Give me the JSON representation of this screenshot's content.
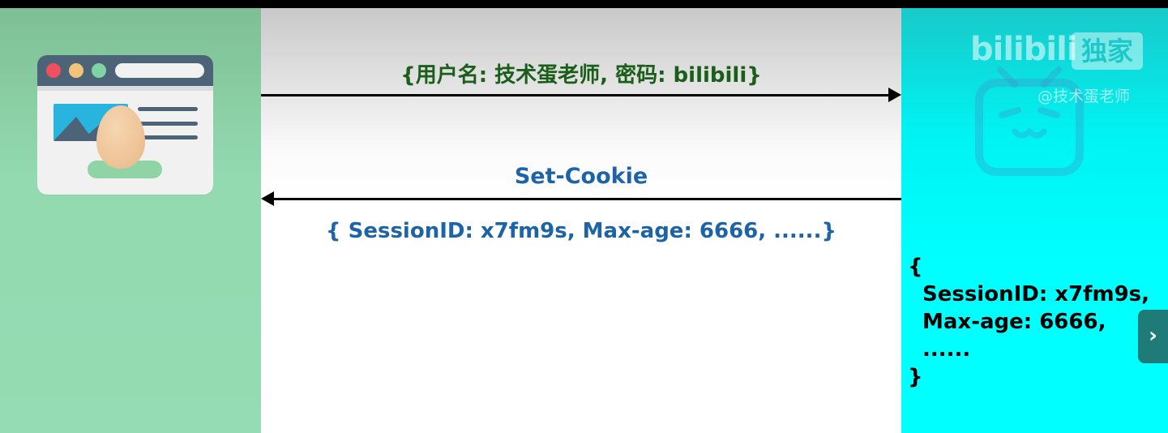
{
  "request": {
    "label": "{用户名: 技术蛋老师, 密码: bilibili}",
    "color": "#1a5e1a"
  },
  "response": {
    "header_name": "Set-Cookie",
    "payload": "{ SessionID: x7fm9s, Max-age: 6666, ......}",
    "color": "#1d63a8"
  },
  "server_session": {
    "open_brace": "{",
    "lines": [
      "SessionID: x7fm9s,",
      "Max-age: 6666,",
      "......"
    ],
    "close_brace": "}"
  },
  "watermark": {
    "brand": "bilibili",
    "badge": "独家",
    "author": "@技术蛋老师"
  },
  "controls": {
    "next_icon": "chevron-right-icon",
    "next_glyph": "›"
  },
  "colors": {
    "client_panel": "#95dbb3",
    "server_panel": "#00ffff",
    "arrow": "#000000"
  }
}
